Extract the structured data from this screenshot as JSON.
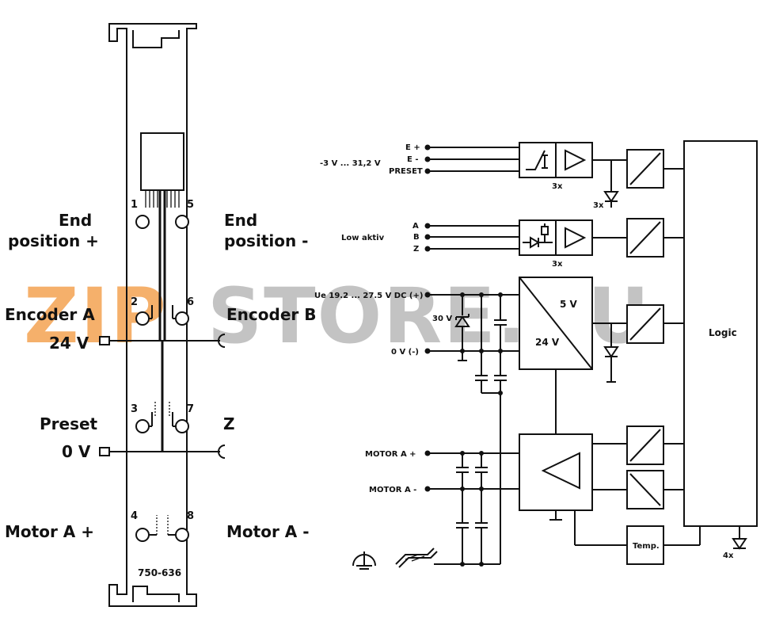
{
  "module": {
    "part_number": "750-636",
    "pins": [
      "1",
      "2",
      "3",
      "4",
      "5",
      "6",
      "7",
      "8"
    ],
    "left_labels": {
      "end_position_plus_l1": "End",
      "end_position_plus_l2": "position +",
      "encoder_a": "Encoder A",
      "v24": "24 V",
      "preset": "Preset",
      "v0": "0 V",
      "motor_a_plus": "Motor A +"
    },
    "right_labels": {
      "end_position_minus_l1": "End",
      "end_position_minus_l2": "position -",
      "encoder_b": "Encoder B",
      "z": "Z",
      "motor_a_minus": "Motor A -"
    }
  },
  "schematic": {
    "inputs_1": {
      "e_plus": "E +",
      "e_minus": "E -",
      "preset": "PRESET",
      "range": "-3 V ... 31,2 V",
      "count": "3x",
      "led_count": "3x"
    },
    "inputs_2": {
      "a": "A",
      "b": "B",
      "z": "Z",
      "note": "Low aktiv",
      "count": "3x"
    },
    "supply": {
      "ue": "Ue 19.2 ... 27.5 V DC (+)",
      "zero": "0 V (-)",
      "zener": "30 V",
      "v5": "5 V",
      "v24": "24 V"
    },
    "motor": {
      "a_plus": "MOTOR A +",
      "a_minus": "MOTOR A -"
    },
    "logic": "Logic",
    "temp": "Temp.",
    "led_out_count": "4x"
  },
  "watermark": "ZIPSTORE.RU"
}
